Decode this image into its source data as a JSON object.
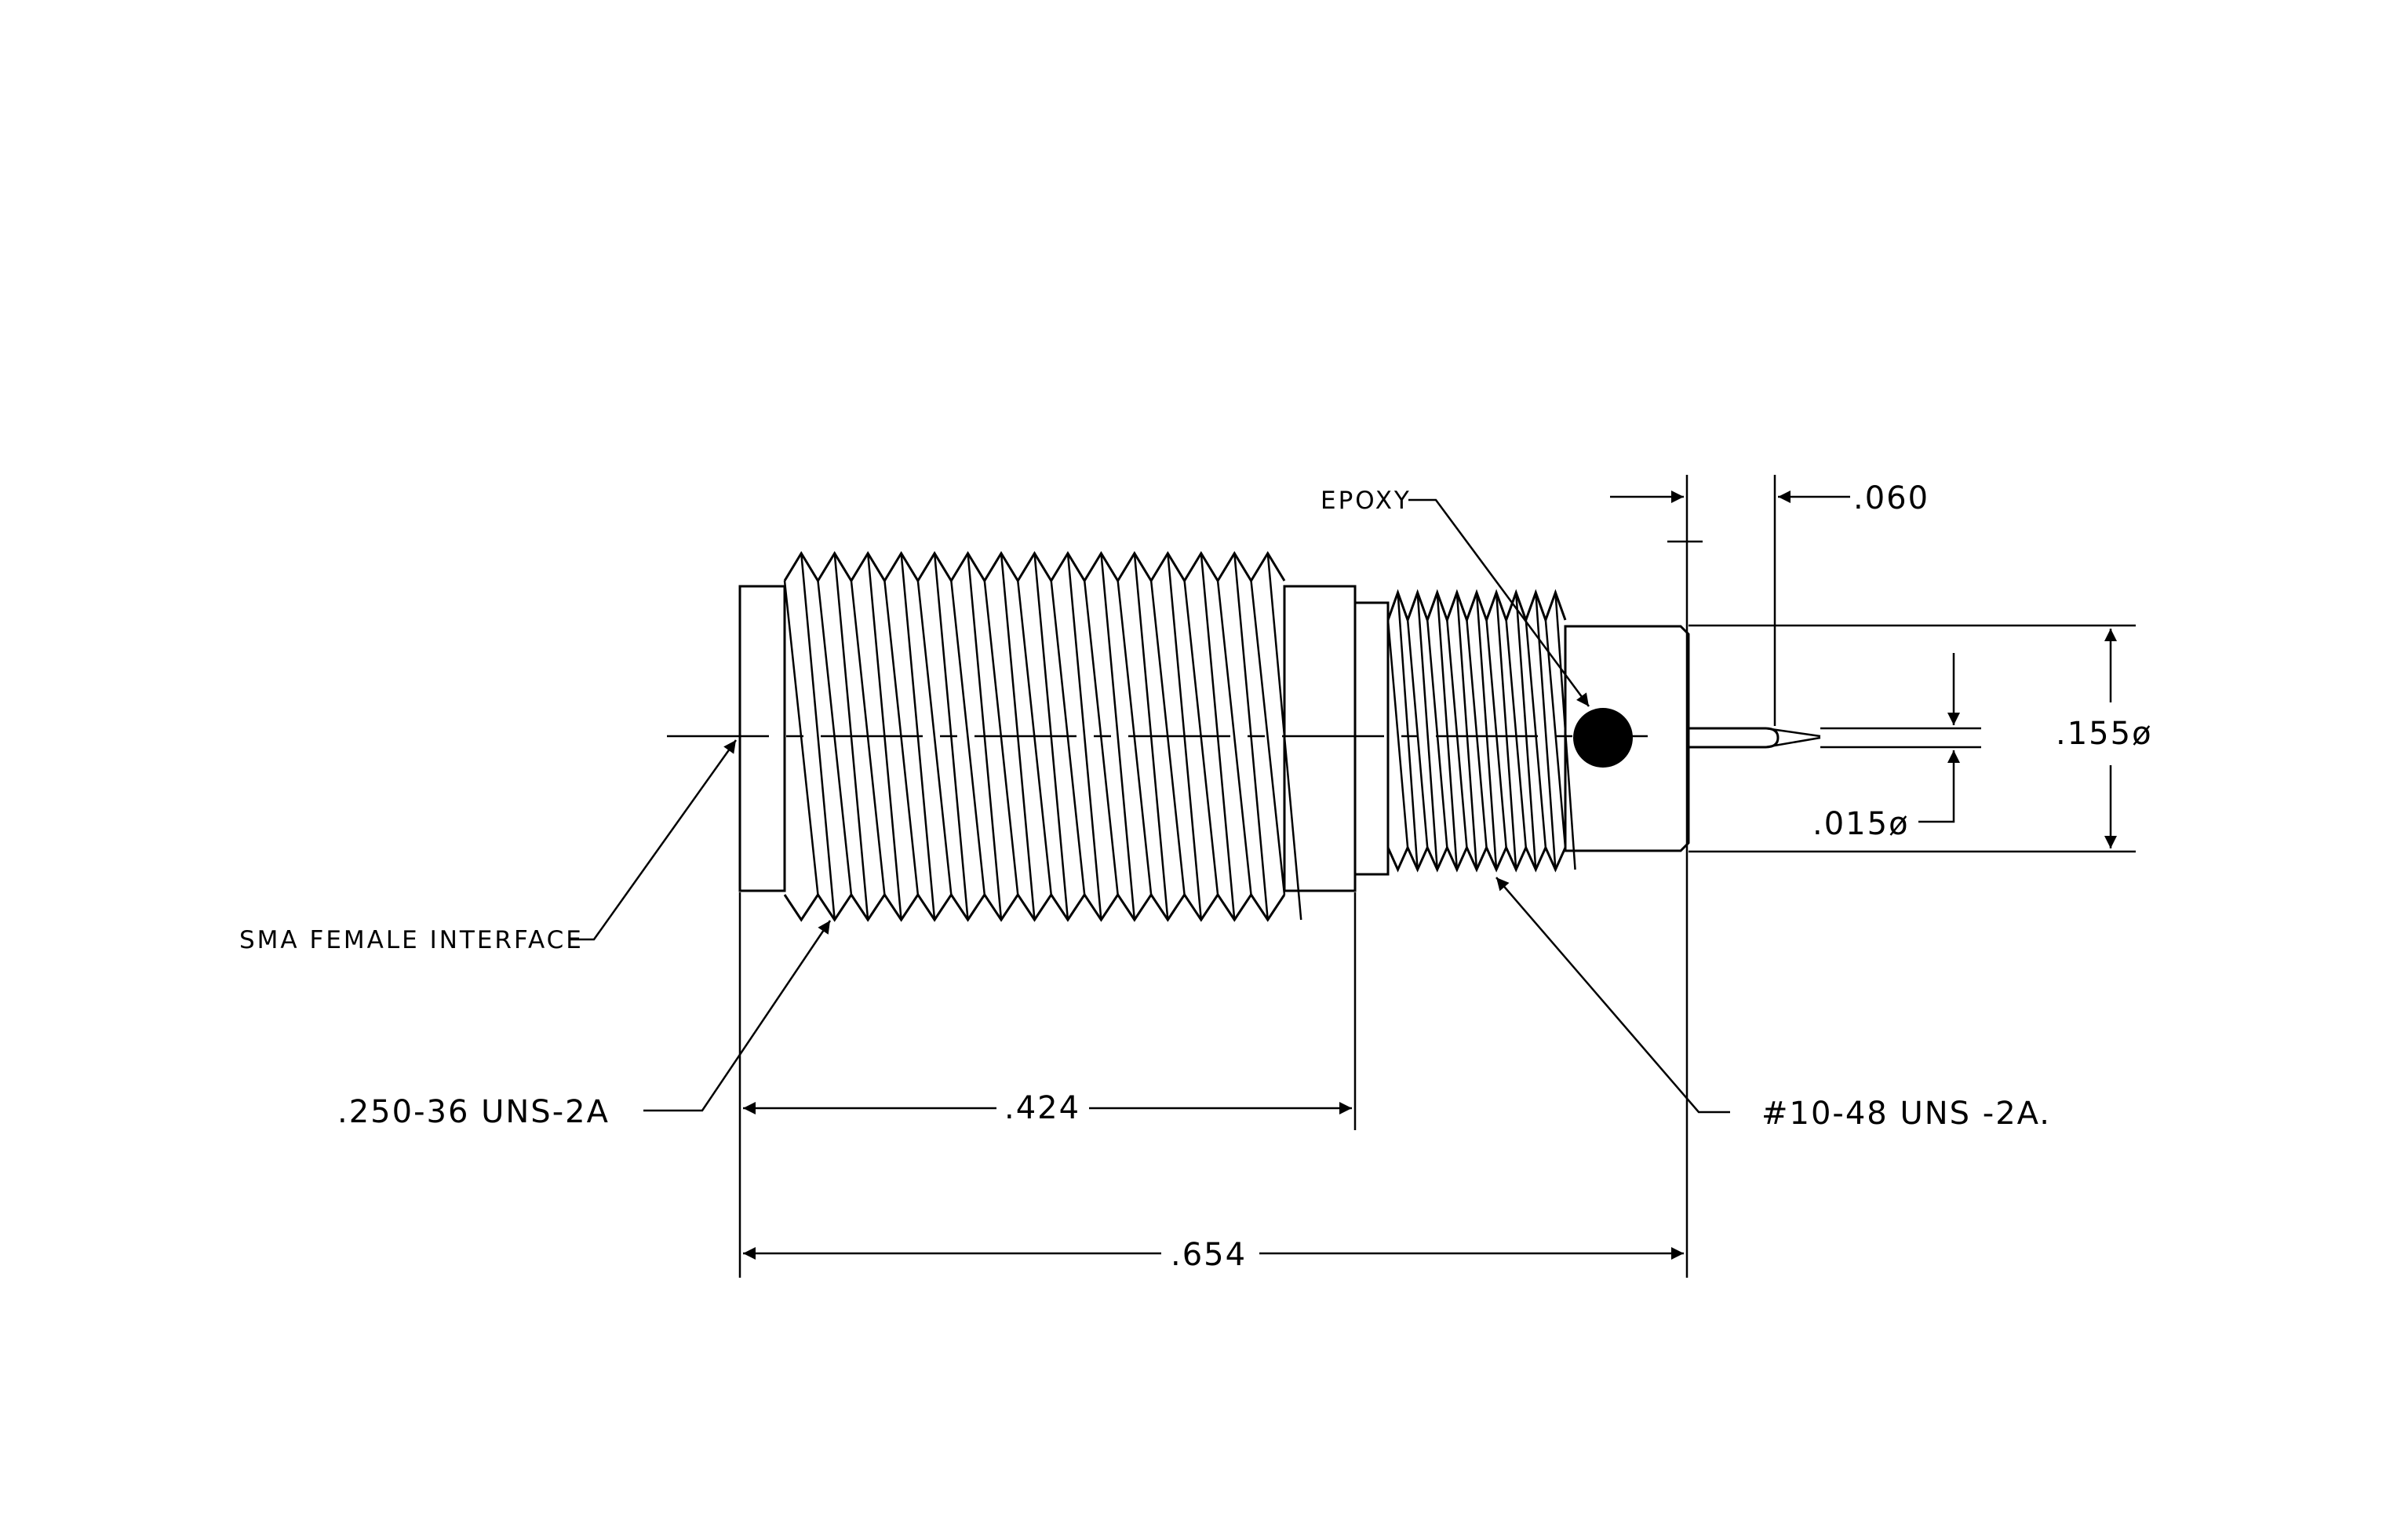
{
  "labels": {
    "epoxy": "EPOXY",
    "dim_060": ".060",
    "dim_155": ".155ø",
    "dim_015": ".015ø",
    "sma": "SMA FEMALE INTERFACE",
    "thread_250": ".250-36 UNS-2A",
    "dim_424": ".424",
    "thread_10": "#10-48 UNS -2A.",
    "dim_654": ".654"
  },
  "colors": {
    "ink": "#000000",
    "paper": "#ffffff"
  }
}
